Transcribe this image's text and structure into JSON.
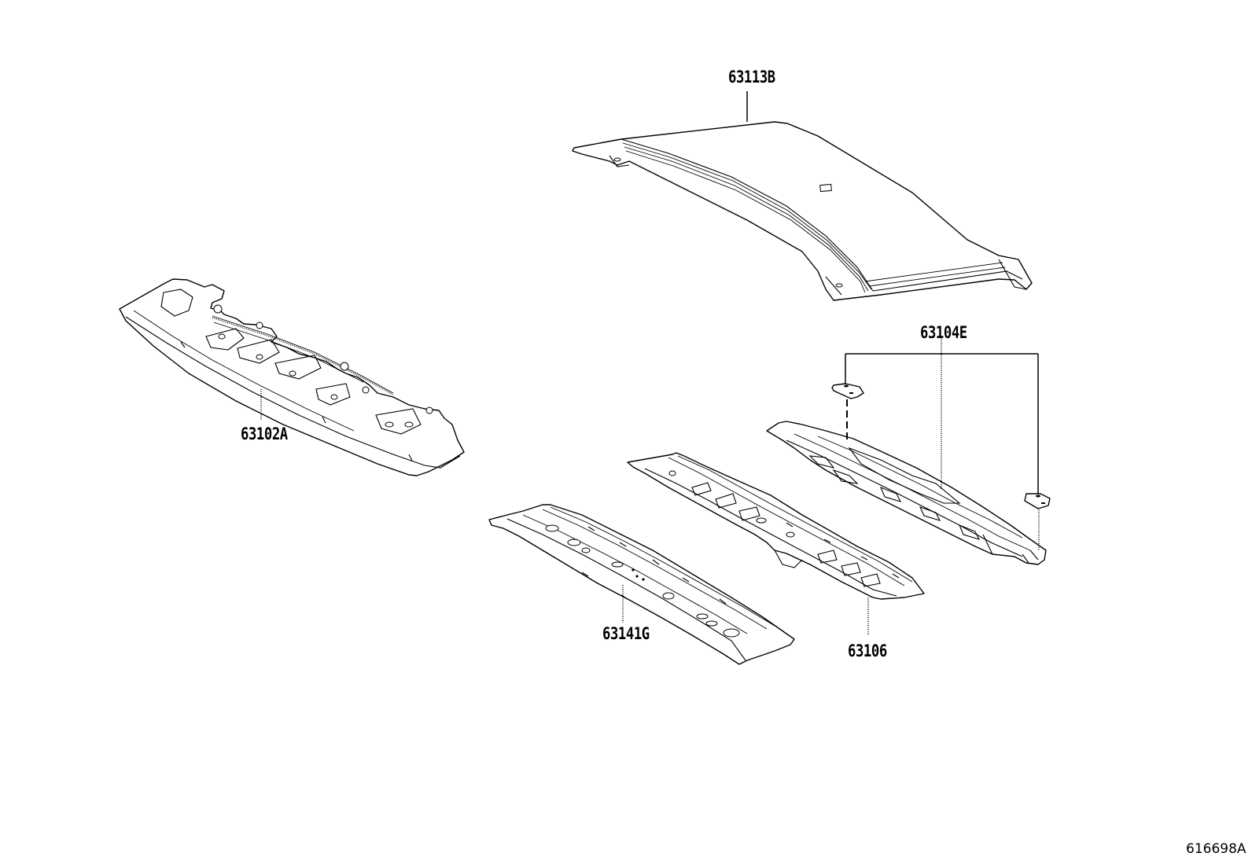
{
  "diagram": {
    "type": "exploded parts diagram",
    "subject": "roof panel and roof reinforcements",
    "line_color": "#000000",
    "background_color": "#ffffff",
    "reference_number": "616698A",
    "parts": [
      {
        "id": "roof-panel",
        "label": "63113B"
      },
      {
        "id": "front-header-panel",
        "label": "63102A"
      },
      {
        "id": "roof-bow-3",
        "label": "63104E"
      },
      {
        "id": "roof-bow-2",
        "label": "63106"
      },
      {
        "id": "roof-bow-1",
        "label": "63141G"
      }
    ]
  }
}
